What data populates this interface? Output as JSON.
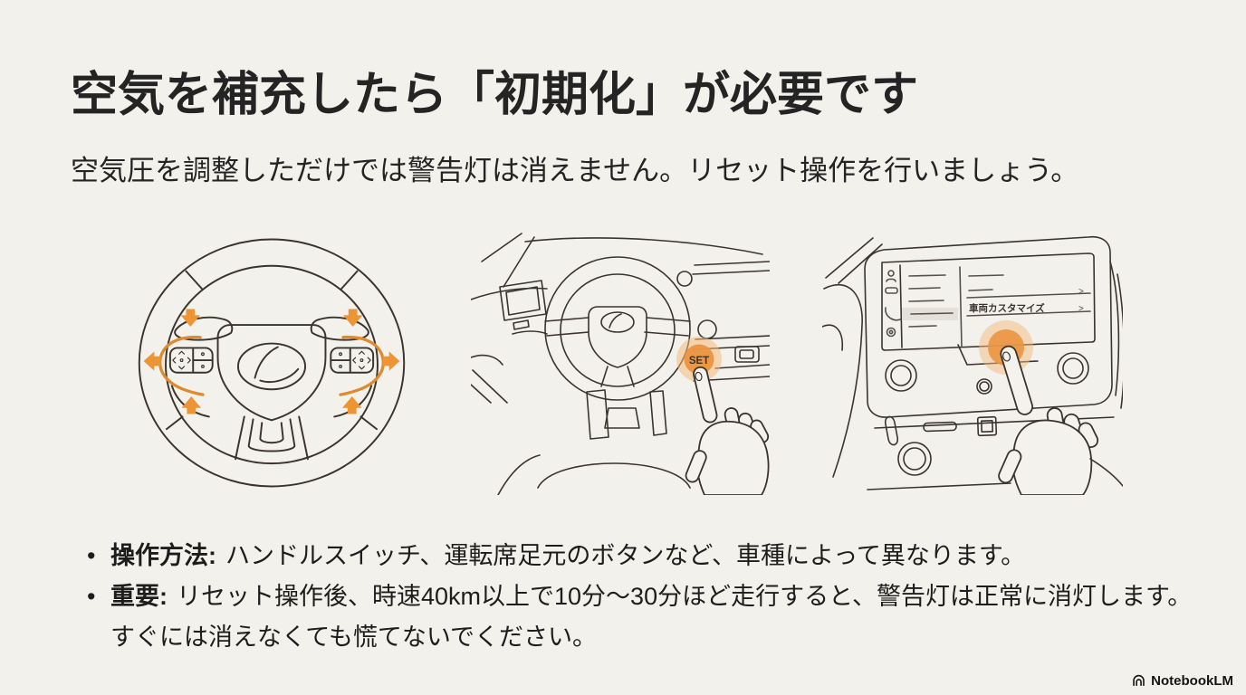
{
  "page": {
    "title": "空気を補充したら「初期化」が必要です",
    "subtitle": "空気圧を調整しただけでは警告灯は消えません。リセット操作を行いましょう。",
    "bullets": [
      {
        "lead": "操作方法:",
        "body": "ハンドルスイッチ、運転席足元のボタンなど、車種によって異なります。"
      },
      {
        "lead": "重要:",
        "body": "リセット操作後、時速40km以上で10分〜30分ほど走行すると、警告灯は正常に消灯します。すぐには消えなくても慌てないでください。"
      }
    ],
    "figures": {
      "steering_wheel": {
        "description": "steering-wheel-switch-illustration"
      },
      "set_button": {
        "label": "SET"
      },
      "touchscreen": {
        "menu_item": "車両カスタマイズ",
        "chevron": ">"
      }
    },
    "footer": {
      "brand": "NotebookLM"
    },
    "colors": {
      "background": "#f3f1ec",
      "text": "#212121",
      "line_art": "#3a342c",
      "accent_orange": "#ed9434",
      "accent_orange_glow": "#f4bc7e",
      "screen_highlight": "#e4e1d9"
    }
  }
}
